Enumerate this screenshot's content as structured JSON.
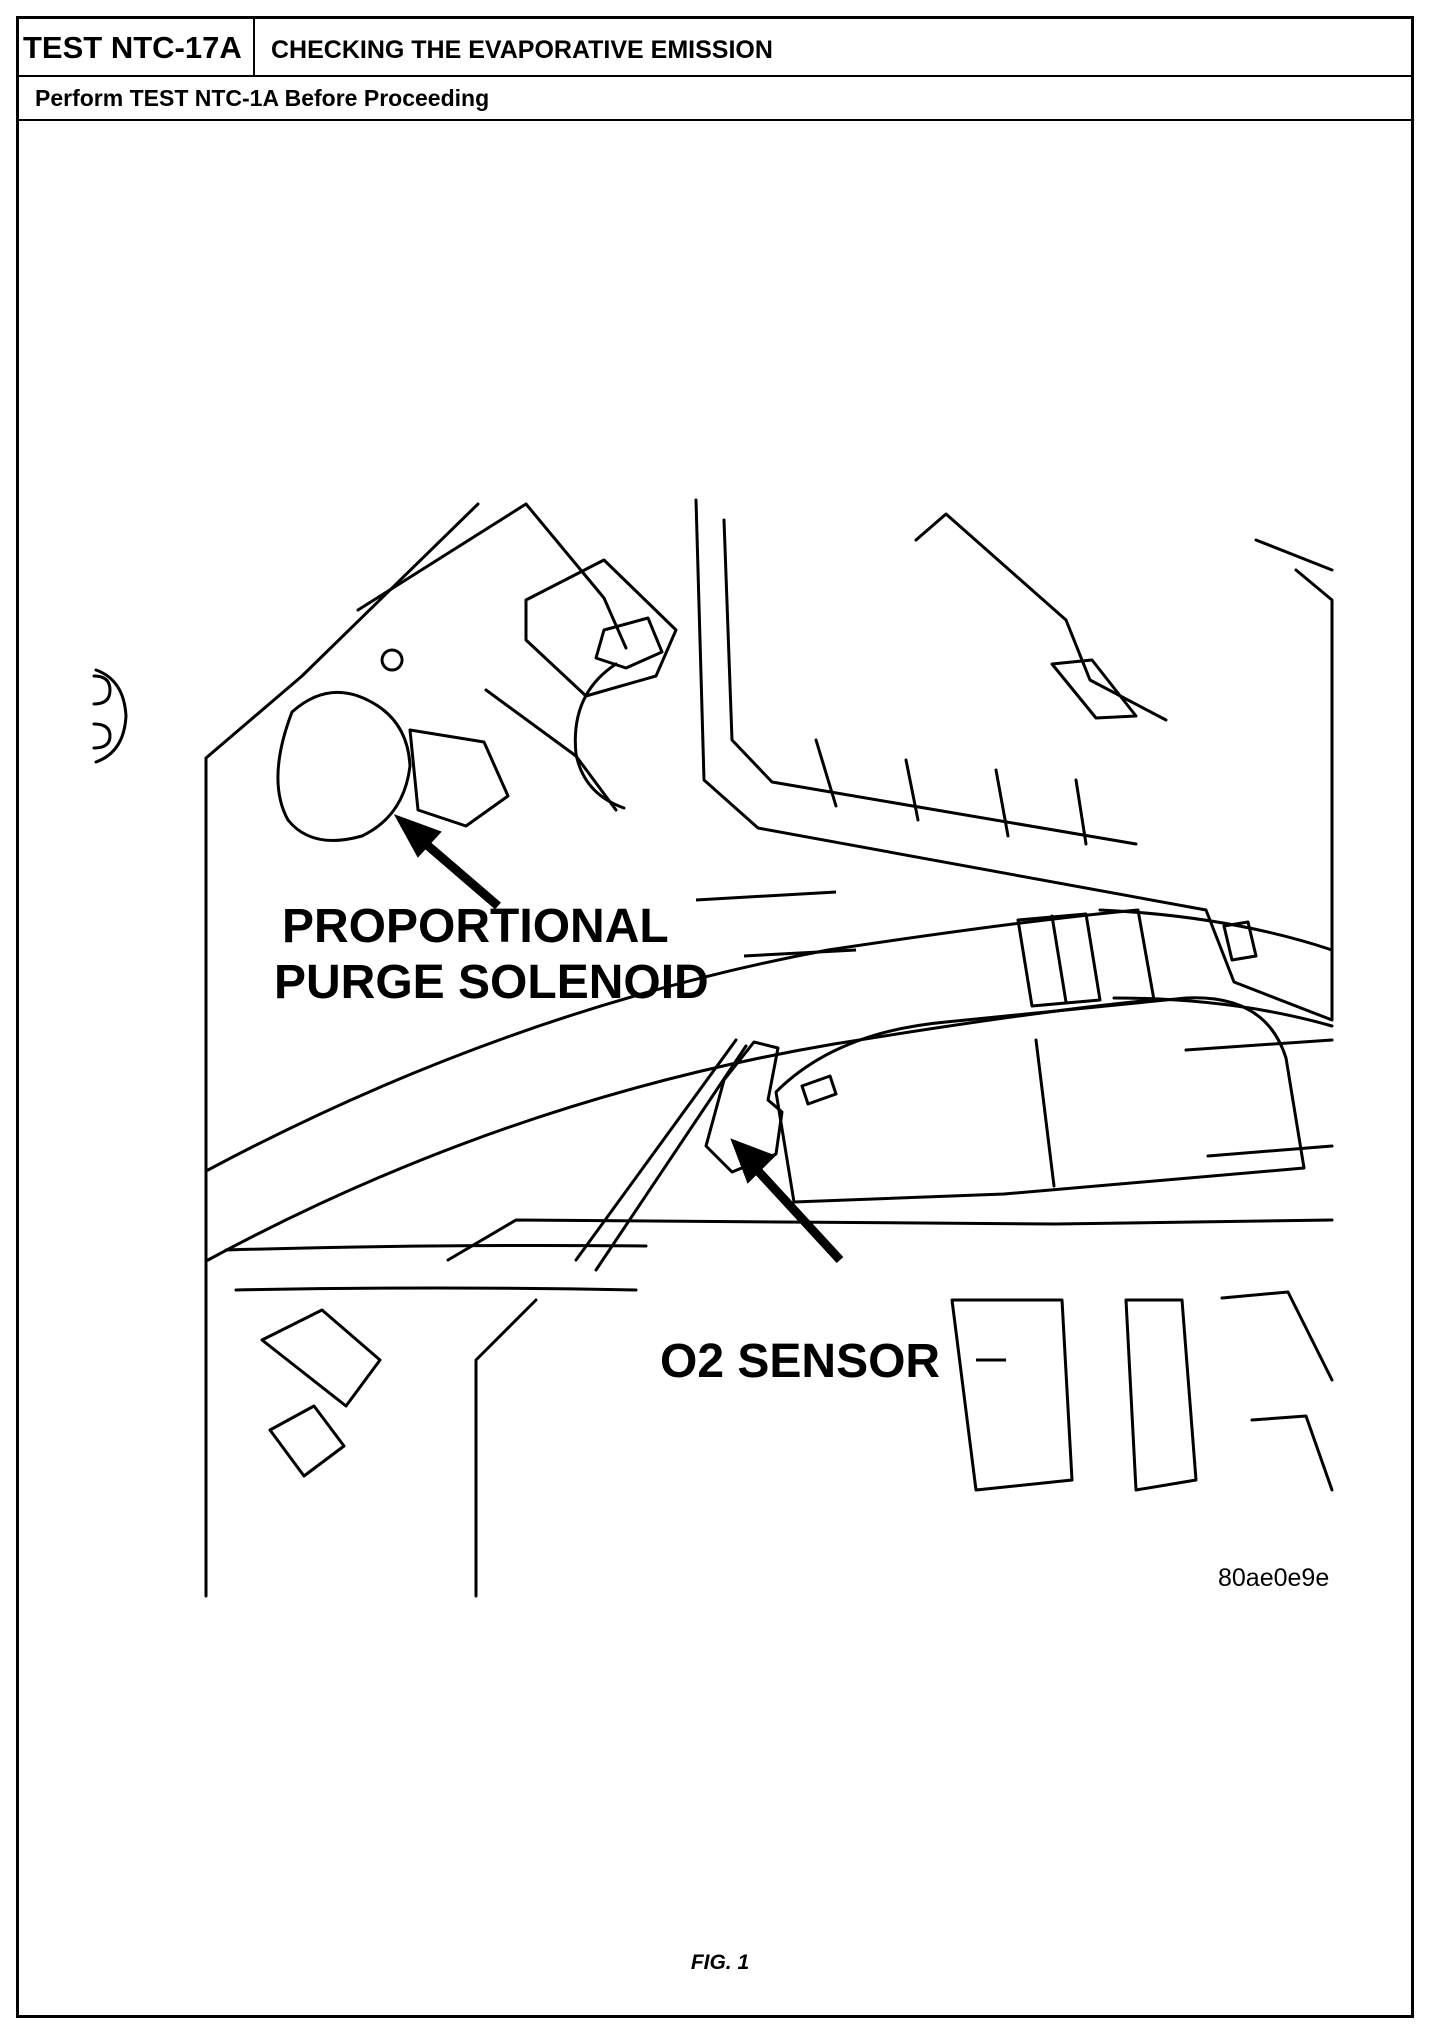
{
  "header": {
    "test_id": "TEST NTC-17A",
    "title": "CHECKING THE EVAPORATIVE EMISSION",
    "prerequisite": "Perform TEST NTC-1A Before Proceeding"
  },
  "illustration": {
    "callouts": {
      "purge_line1": "PROPORTIONAL",
      "purge_line2": "PURGE SOLENOID",
      "o2_sensor": "O2 SENSOR"
    },
    "figure_id": "80ae0e9e"
  },
  "caption": "FIG. 1"
}
